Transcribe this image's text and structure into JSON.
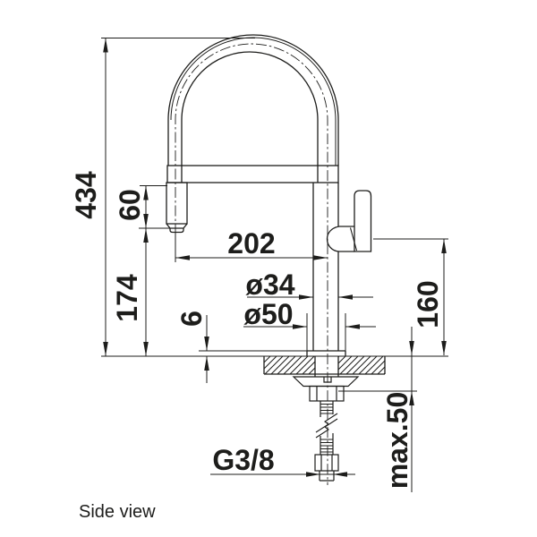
{
  "drawing": {
    "caption": "Side view",
    "labels": {
      "total_height": "434",
      "hose_drop": "60",
      "spout_clearance": "174",
      "spout_reach": "202",
      "body_diameter": "ø34",
      "base_diameter": "ø50",
      "base_plate_height": "6",
      "handle_height": "160",
      "max_counter_thickness": "max.50",
      "connection_thread": "G3/8"
    },
    "colors": {
      "line": "#1d1d1b",
      "background": "#ffffff"
    }
  }
}
